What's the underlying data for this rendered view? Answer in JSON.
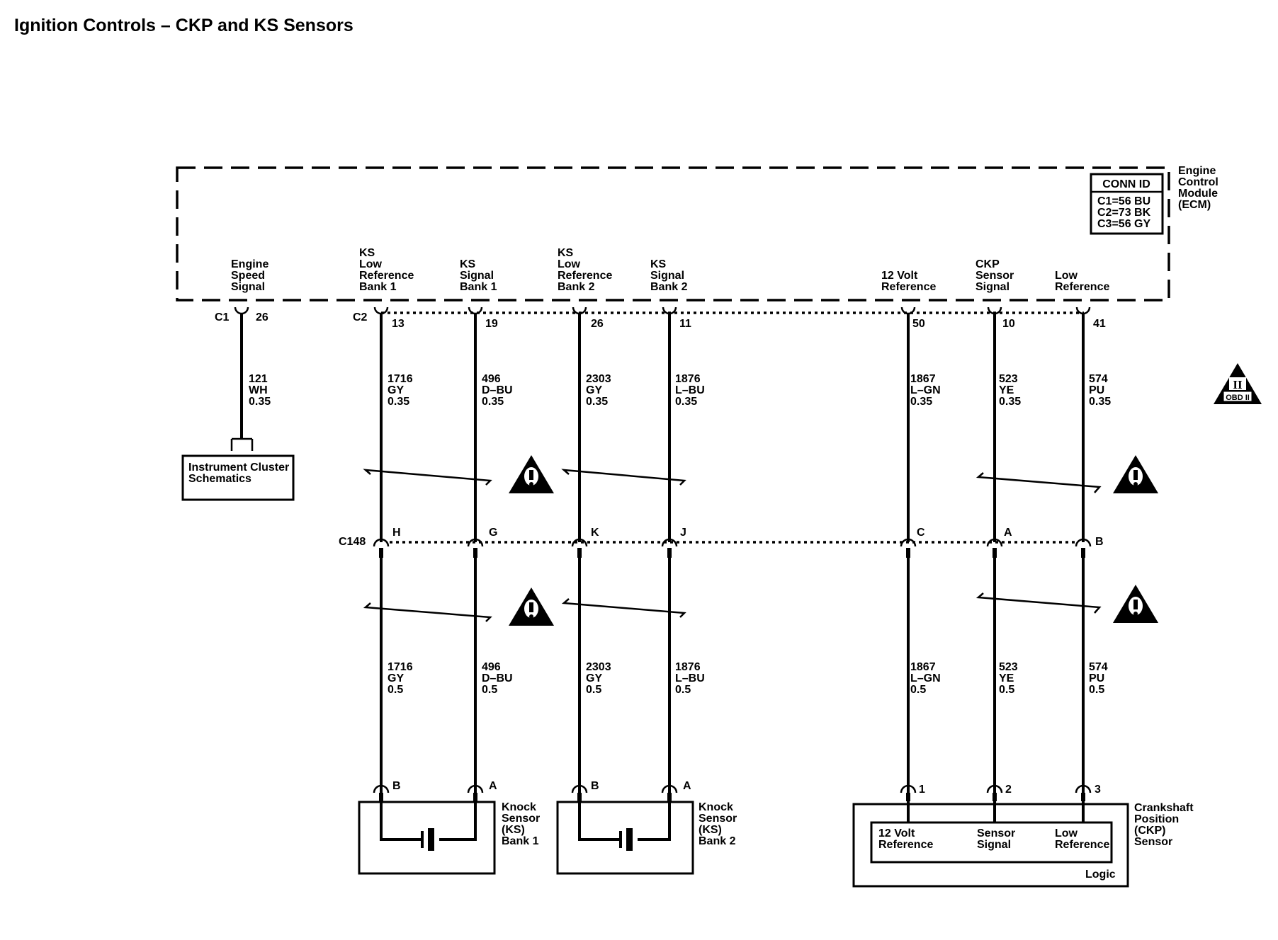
{
  "title": "Ignition Controls – CKP and KS Sensors",
  "ecm": {
    "name_lines": [
      "Engine",
      "Control",
      "Module",
      "(ECM)"
    ],
    "conn_id": {
      "header": "CONN ID",
      "lines": [
        "C1=56 BU",
        "C2=73 BK",
        "C3=56 GY"
      ]
    },
    "terminals": [
      {
        "key": "speed",
        "label_lines": [
          "Engine",
          "Speed",
          "Signal"
        ],
        "connector": "C1",
        "pin": "26"
      },
      {
        "key": "ks-lowref-b1",
        "label_lines": [
          "KS",
          "Low",
          "Reference",
          "Bank 1"
        ],
        "connector": "C2",
        "pin": "13"
      },
      {
        "key": "ks-sig-b1",
        "label_lines": [
          "KS",
          "Signal",
          "Bank 1"
        ],
        "pin": "19"
      },
      {
        "key": "ks-lowref-b2",
        "label_lines": [
          "KS",
          "Low",
          "Reference",
          "Bank 2"
        ],
        "pin": "26"
      },
      {
        "key": "ks-sig-b2",
        "label_lines": [
          "KS",
          "Signal",
          "Bank 2"
        ],
        "pin": "11"
      },
      {
        "key": "ckp-12v",
        "label_lines": [
          "12 Volt",
          "Reference"
        ],
        "pin": "50"
      },
      {
        "key": "ckp-sig",
        "label_lines": [
          "CKP",
          "Sensor",
          "Signal"
        ],
        "pin": "10"
      },
      {
        "key": "ckp-lowref",
        "label_lines": [
          "Low",
          "Reference"
        ],
        "pin": "41"
      }
    ]
  },
  "upper_wires": [
    {
      "lines": [
        "121",
        "WH",
        "0.35"
      ]
    },
    {
      "lines": [
        "1716",
        "GY",
        "0.35"
      ]
    },
    {
      "lines": [
        "496",
        "D–BU",
        "0.35"
      ]
    },
    {
      "lines": [
        "2303",
        "GY",
        "0.35"
      ]
    },
    {
      "lines": [
        "1876",
        "L–BU",
        "0.35"
      ]
    },
    {
      "lines": [
        "1867",
        "L–GN",
        "0.35"
      ]
    },
    {
      "lines": [
        "523",
        "YE",
        "0.35"
      ]
    },
    {
      "lines": [
        "574",
        "PU",
        "0.35"
      ]
    }
  ],
  "lower_wires": [
    {
      "lines": [
        "1716",
        "GY",
        "0.5"
      ]
    },
    {
      "lines": [
        "496",
        "D–BU",
        "0.5"
      ]
    },
    {
      "lines": [
        "2303",
        "GY",
        "0.5"
      ]
    },
    {
      "lines": [
        "1876",
        "L–BU",
        "0.5"
      ]
    },
    {
      "lines": [
        "1867",
        "L–GN",
        "0.5"
      ]
    },
    {
      "lines": [
        "523",
        "YE",
        "0.5"
      ]
    },
    {
      "lines": [
        "574",
        "PU",
        "0.5"
      ]
    }
  ],
  "instrument_cluster": {
    "lines": [
      "Instrument Cluster",
      "Schematics"
    ]
  },
  "inline_connector": {
    "name": "C148",
    "pins": [
      "H",
      "G",
      "K",
      "J",
      "C",
      "A",
      "B"
    ]
  },
  "knock_sensors": [
    {
      "lines": [
        "Knock",
        "Sensor",
        "(KS)",
        "Bank 1"
      ],
      "pins": [
        "B",
        "A"
      ]
    },
    {
      "lines": [
        "Knock",
        "Sensor",
        "(KS)",
        "Bank 2"
      ],
      "pins": [
        "B",
        "A"
      ]
    }
  ],
  "ckp_sensor": {
    "name_lines": [
      "Crankshaft",
      "Position",
      "(CKP)",
      "Sensor"
    ],
    "pins": [
      "1",
      "2",
      "3"
    ],
    "inner_labels": [
      {
        "lines": [
          "12 Volt",
          "Reference"
        ]
      },
      {
        "lines": [
          "Sensor",
          "Signal"
        ]
      },
      {
        "lines": [
          "Low",
          "Reference"
        ]
      }
    ],
    "logic_label": "Logic"
  },
  "obd_badge": {
    "numeral": "II",
    "text": "OBD II"
  }
}
